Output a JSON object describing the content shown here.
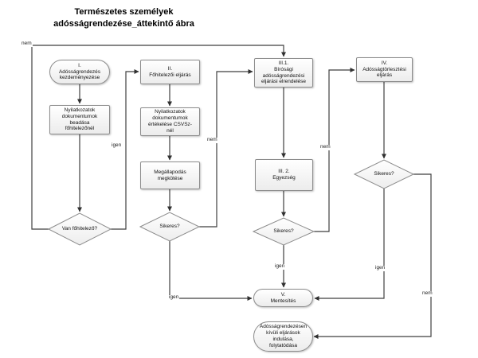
{
  "title": "Természetes személyek\nadósságrendezése_áttekintő ábra",
  "nodes": {
    "start": {
      "label": "I.\nAdósságrendezés\nkezdeményezése",
      "shape": "oval"
    },
    "docs_submit": {
      "label": "Nyilatkozatok\ndokumentumok\nbeadása\nfőhitelezőnél",
      "shape": "box"
    },
    "has_creditor": {
      "label": "Van főhitelező?",
      "shape": "diamond"
    },
    "proc2": {
      "label": "II.\nFőhitelezői eljárás",
      "shape": "box"
    },
    "docs_eval": {
      "label": "Nyilatkozatok\ndokumentumok\nértékelése CSVSz-\nnél",
      "shape": "box"
    },
    "agreement": {
      "label": "Megállapodás\nmegkötése",
      "shape": "box"
    },
    "success2": {
      "label": "Sikeres?",
      "shape": "diamond"
    },
    "proc31": {
      "label": "III.1.\nBírósági\nadósságrendezési\neljárási elrendelése",
      "shape": "box"
    },
    "proc32": {
      "label": "III. 2.\nEgyezség",
      "shape": "box"
    },
    "success3": {
      "label": "Sikeres?",
      "shape": "diamond"
    },
    "proc4": {
      "label": "IV.\nAdósságtörlesztési\neljárás",
      "shape": "box"
    },
    "success4": {
      "label": "Sikeres?",
      "shape": "diamond"
    },
    "exemption": {
      "label": "V.\nMentesítés",
      "shape": "oval"
    },
    "outside": {
      "label": "Adósságrendezésen\nkívüli eljárások\nindulása,\nfolytatódása",
      "shape": "oval"
    }
  },
  "edges": {
    "nem_top": "nem",
    "igen_col1": "igen",
    "nem_col2": "nem",
    "nem_col3": "nem",
    "igen_col3": "igen",
    "igen_col2": "igen",
    "igen_col4": "igen",
    "nem_col4": "nem"
  },
  "colors": {
    "line": "#3f3f3f",
    "node_border": "#8c8c8c",
    "node_fill_top": "#ffffff",
    "node_fill_bottom": "#ececec",
    "text": "#111111",
    "background": "#ffffff"
  }
}
